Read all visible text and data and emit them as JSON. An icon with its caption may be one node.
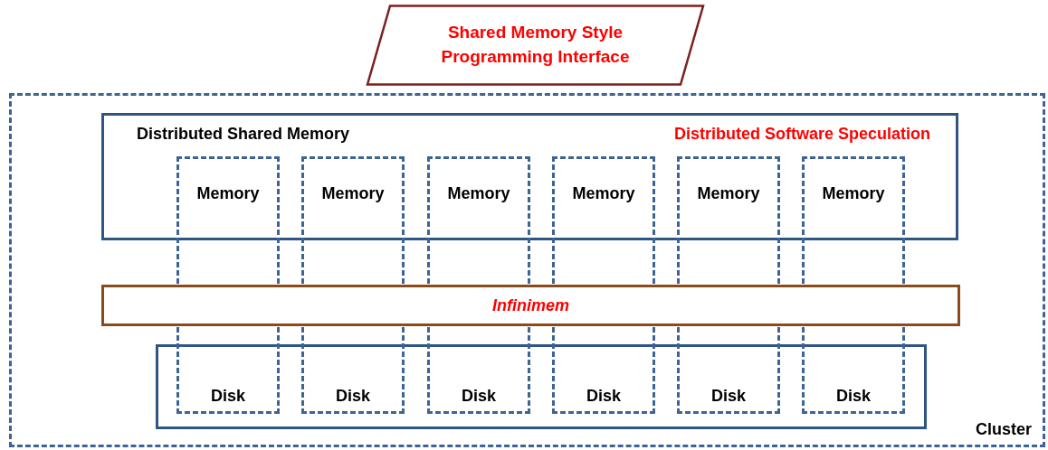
{
  "diagram": {
    "nodes": [
      {
        "text": [
          "Shared Memory Style Programming Interface"
        ]
      },
      {
        "text": [
          "Cluster"
        ]
      },
      {
        "text": [
          "Distributed Shared Memory",
          "Distributed Software Speculation"
        ],
        "in": 1
      },
      {
        "text": [
          "Infinimem"
        ],
        "in": 1
      },
      {
        "text": [],
        "shape": "box",
        "in": 1
      },
      {
        "text": [
          "Memory",
          "Disk"
        ],
        "in": 1
      },
      {
        "text": [
          "Memory",
          "Disk"
        ],
        "in": 1
      },
      {
        "text": [
          "Memory",
          "Disk"
        ],
        "in": 1
      },
      {
        "text": [
          "Memory",
          "Disk"
        ],
        "in": 1
      },
      {
        "text": [
          "Memory",
          "Disk"
        ],
        "in": 1
      },
      {
        "text": [
          "Memory",
          "Disk"
        ],
        "in": 1
      }
    ]
  }
}
